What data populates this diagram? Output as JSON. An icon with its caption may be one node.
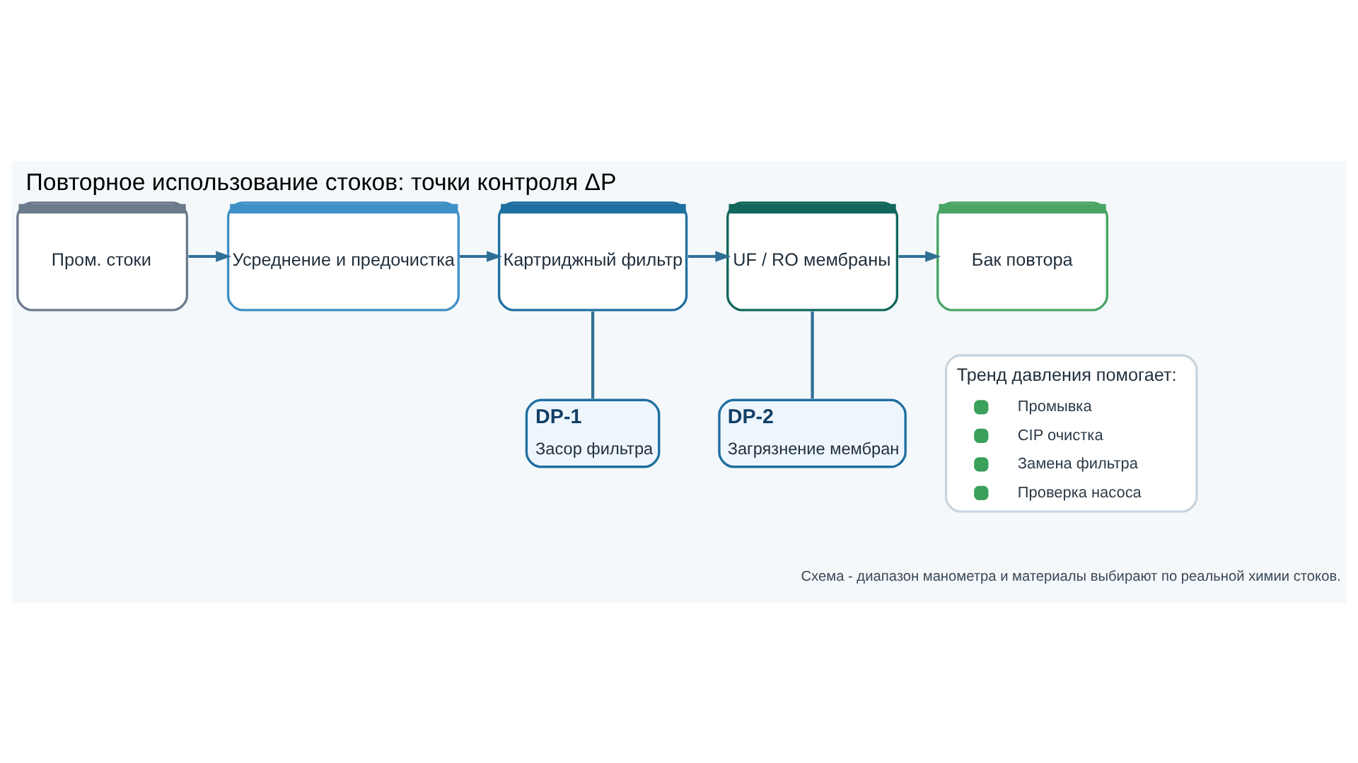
{
  "diagram": {
    "title": "Повторное использование стоков: точки контроля ΔP",
    "caption": "Схема - диапазон манометра и материалы выбирают по реальной химии стоков.",
    "nodes": [
      {
        "text": [
          "Пром. стоки"
        ]
      },
      {
        "text": [
          "Усреднение и предочистка"
        ]
      },
      {
        "text": [
          "Картриджный фильтр"
        ]
      },
      {
        "text": [
          "UF / RO мембраны"
        ]
      },
      {
        "text": [
          "Бак повтора"
        ]
      },
      {
        "text": [
          "DP-1",
          "Засор фильтра"
        ]
      },
      {
        "text": [
          "DP-2",
          "Загрязнение мембран"
        ]
      },
      {
        "text": [
          "Тренд давления помогает:",
          "Промывка",
          "CIP очистка",
          "Замена фильтра",
          "Проверка насоса"
        ]
      }
    ],
    "edges": [
      {
        "from": 0,
        "to": 1,
        "arrow": "to"
      },
      {
        "from": 1,
        "to": 2,
        "arrow": "to"
      },
      {
        "from": 2,
        "to": 3,
        "arrow": "to"
      },
      {
        "from": 3,
        "to": 4,
        "arrow": "to"
      },
      {
        "from": 2,
        "to": 5,
        "arrow": "none"
      },
      {
        "from": 3,
        "to": 6,
        "arrow": "none"
      }
    ]
  }
}
